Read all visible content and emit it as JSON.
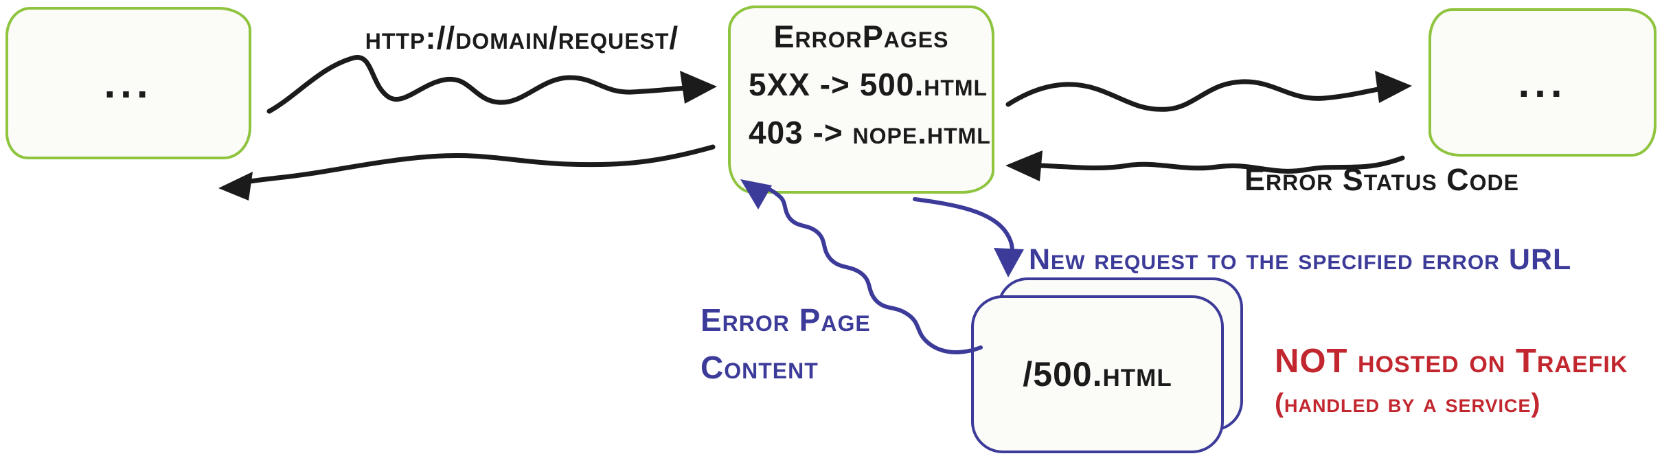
{
  "colors": {
    "green": "#8fc43e",
    "blue": "#3c3b99",
    "red": "#c2262e",
    "ink": "#1b1b1b",
    "box_fill": "#fbfbf8"
  },
  "nodes": {
    "client": {
      "label": "..."
    },
    "middleware": {
      "title": "ErrorPages",
      "rules": [
        "5XX -> 500.html",
        "403 -> nope.html"
      ]
    },
    "backend": {
      "label": "..."
    },
    "error_service": {
      "label": "/500.html"
    }
  },
  "edges": {
    "request": {
      "label": "http://domain/request/"
    },
    "error_status": {
      "label": "Error Status Code"
    },
    "new_request": {
      "label": "New request to the specified error URL"
    },
    "error_content": {
      "lines": [
        "Error Page",
        "Content"
      ]
    }
  },
  "notes": {
    "not_hosted": "NOT hosted on Traefik",
    "handled_by": "(handled by a service)"
  }
}
